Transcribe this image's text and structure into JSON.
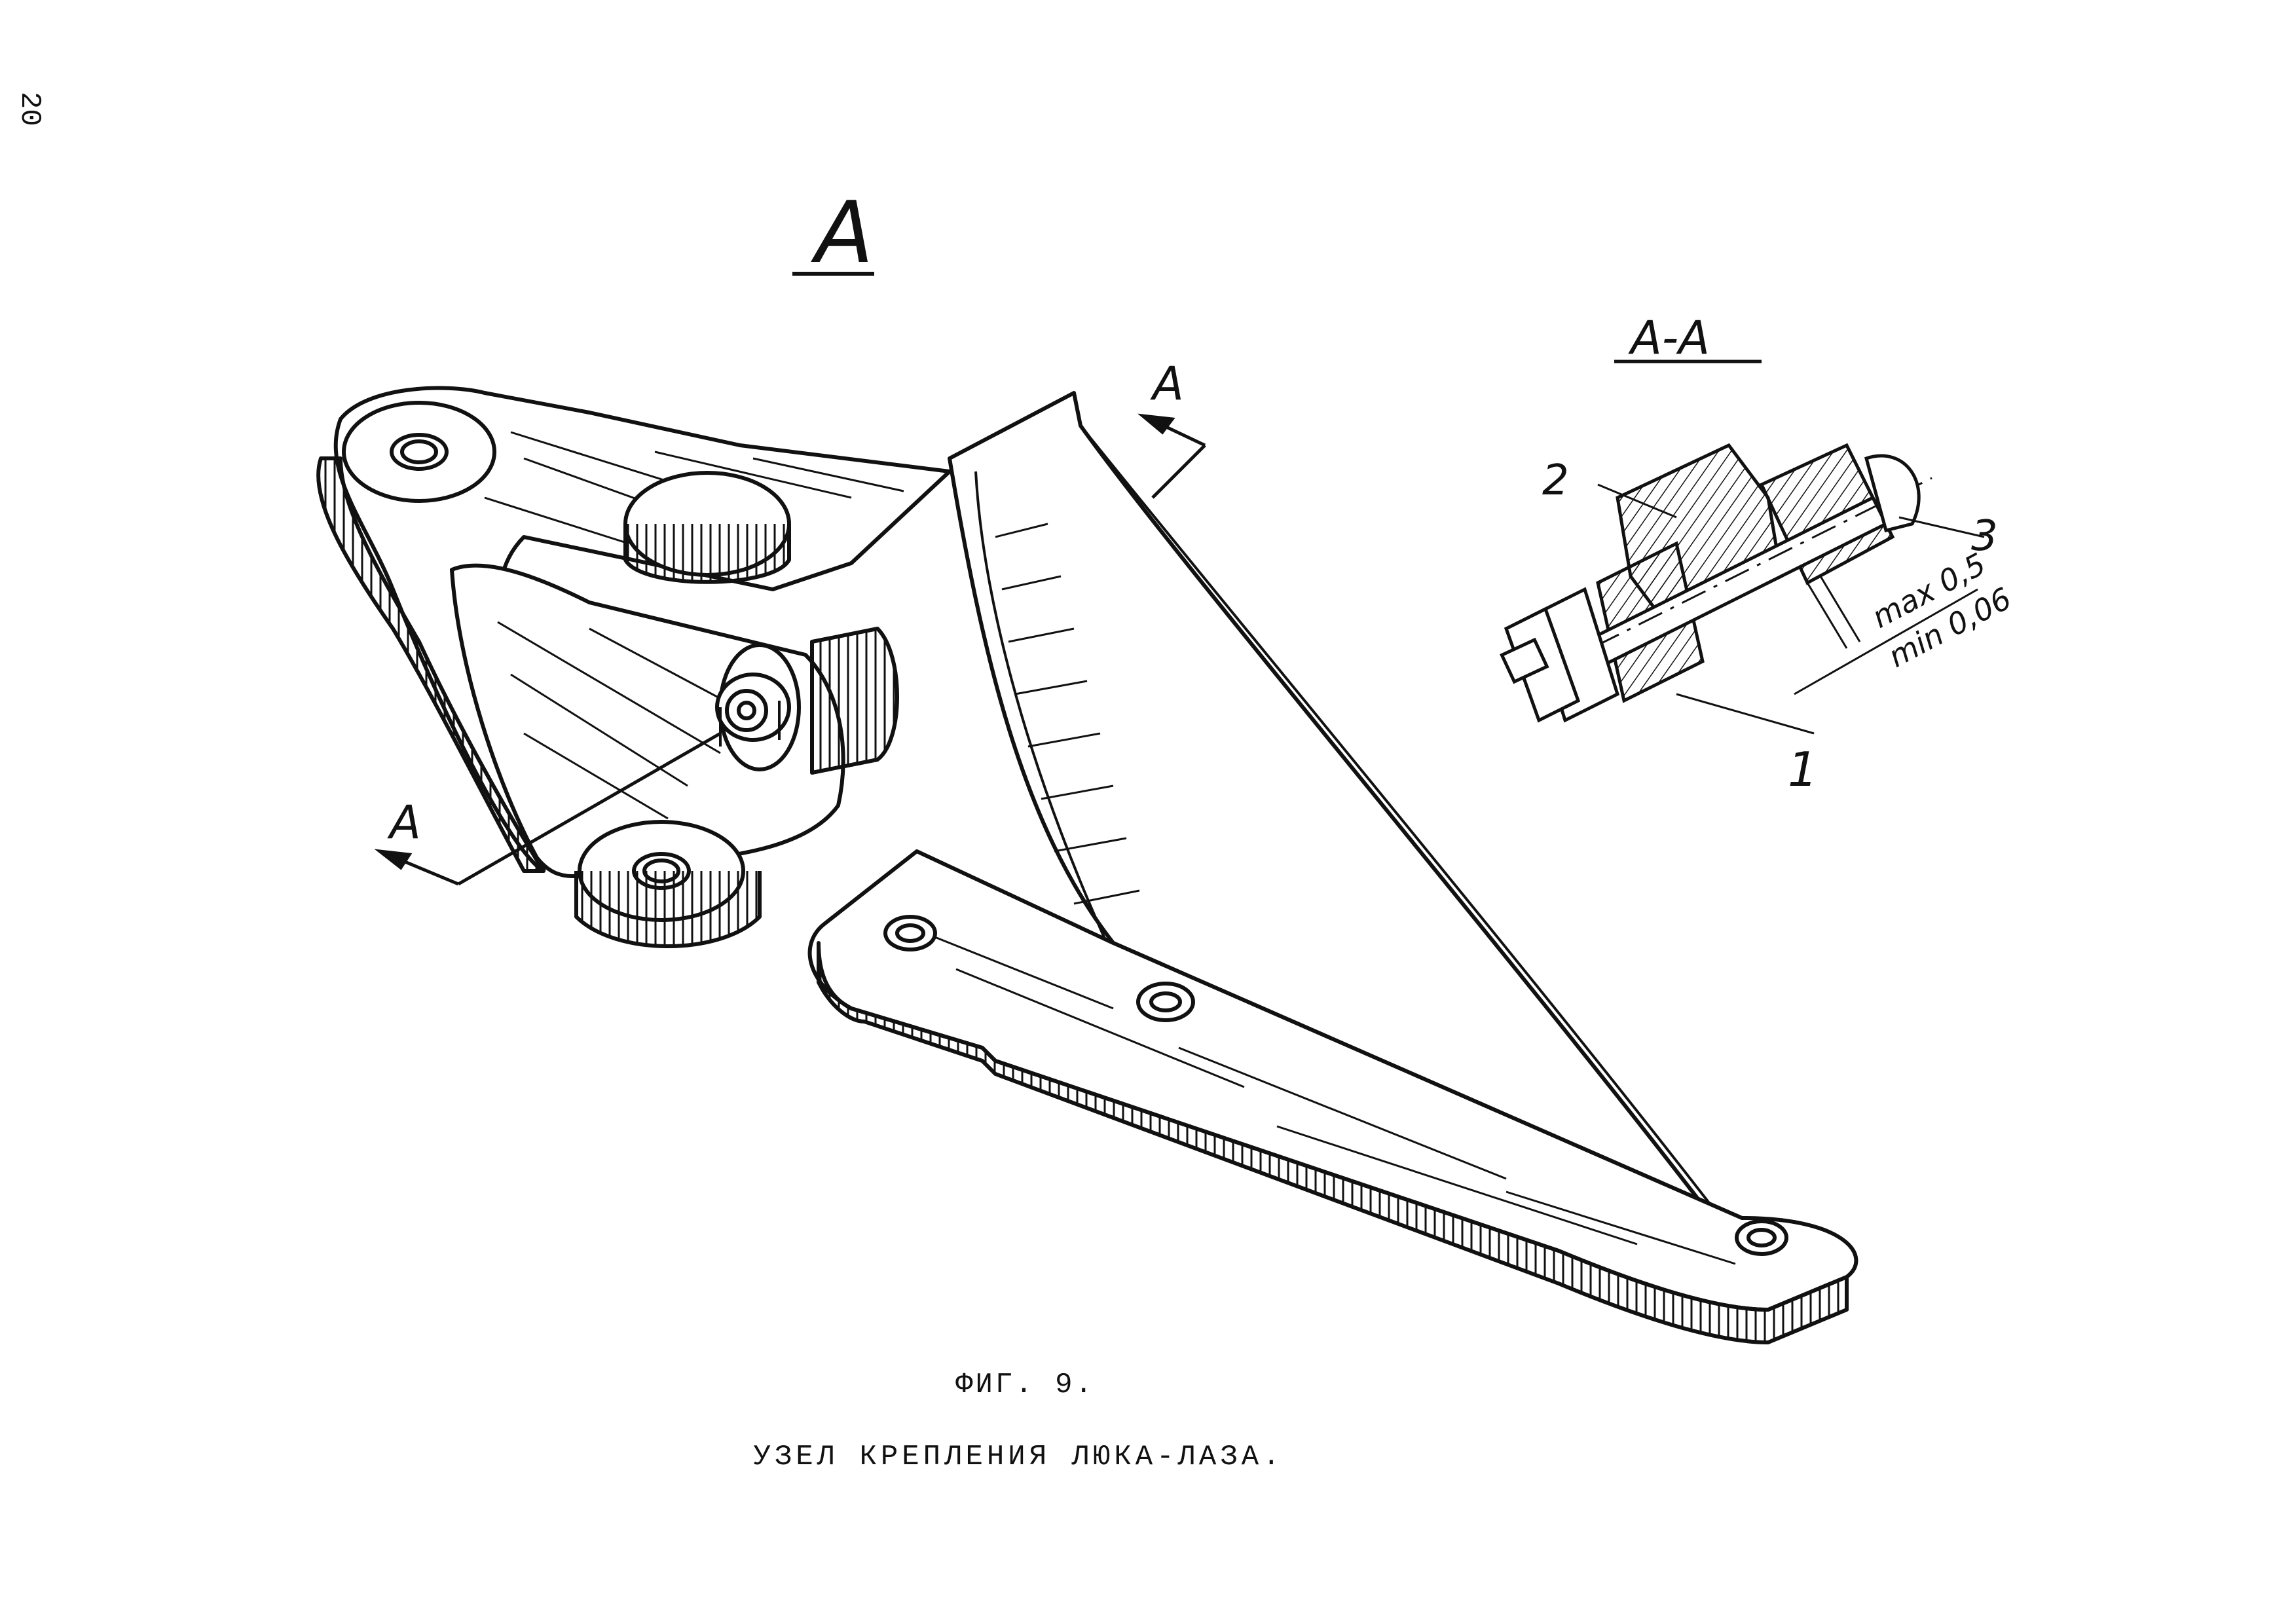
{
  "page_number": "20",
  "view_label": "A",
  "section_label": "A-A",
  "cut_marker_upper": "A",
  "cut_marker_lower": "A",
  "callouts": {
    "c1": "1",
    "c2": "2",
    "c3": "3"
  },
  "tolerance": {
    "max": "max 0,5",
    "min": "min 0,06"
  },
  "caption": {
    "figure": "ФИГ. 9.",
    "title": "УЗЕЛ КРЕПЛЕНИЯ ЛЮКА-ЛАЗА."
  }
}
